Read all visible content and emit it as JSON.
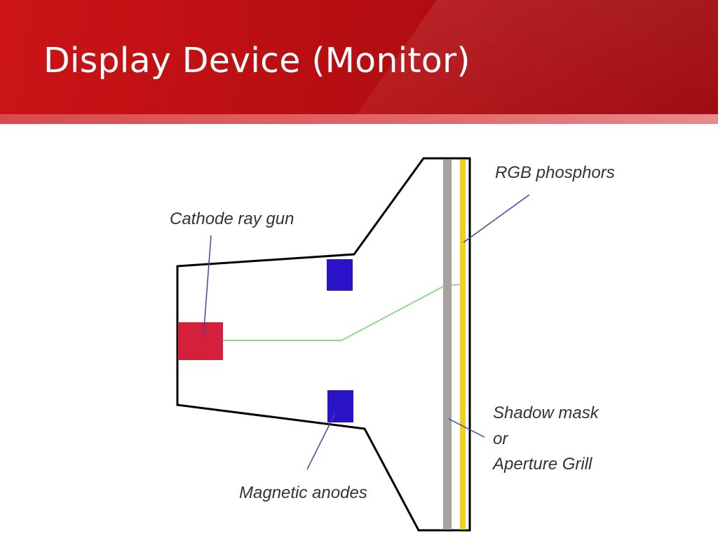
{
  "slide": {
    "title": "Display Device (Monitor)"
  },
  "diagram": {
    "labels": {
      "cathode_ray_gun": "Cathode ray gun",
      "rgb_phosphors": "RGB phosphors",
      "shadow_mask_line1": "Shadow mask",
      "shadow_mask_line2": "or",
      "shadow_mask_line3": "Aperture Grill",
      "magnetic_anodes": "Magnetic anodes"
    }
  },
  "colors": {
    "header_red": "#b80e12",
    "gun_red": "#d4203a",
    "anode_blue": "#2b14c8",
    "beam_green": "#8fd88f",
    "mask_gray": "#a6a39e",
    "phosphor_yellow": "#f0d020",
    "leader_blue": "#3a4a9a"
  }
}
